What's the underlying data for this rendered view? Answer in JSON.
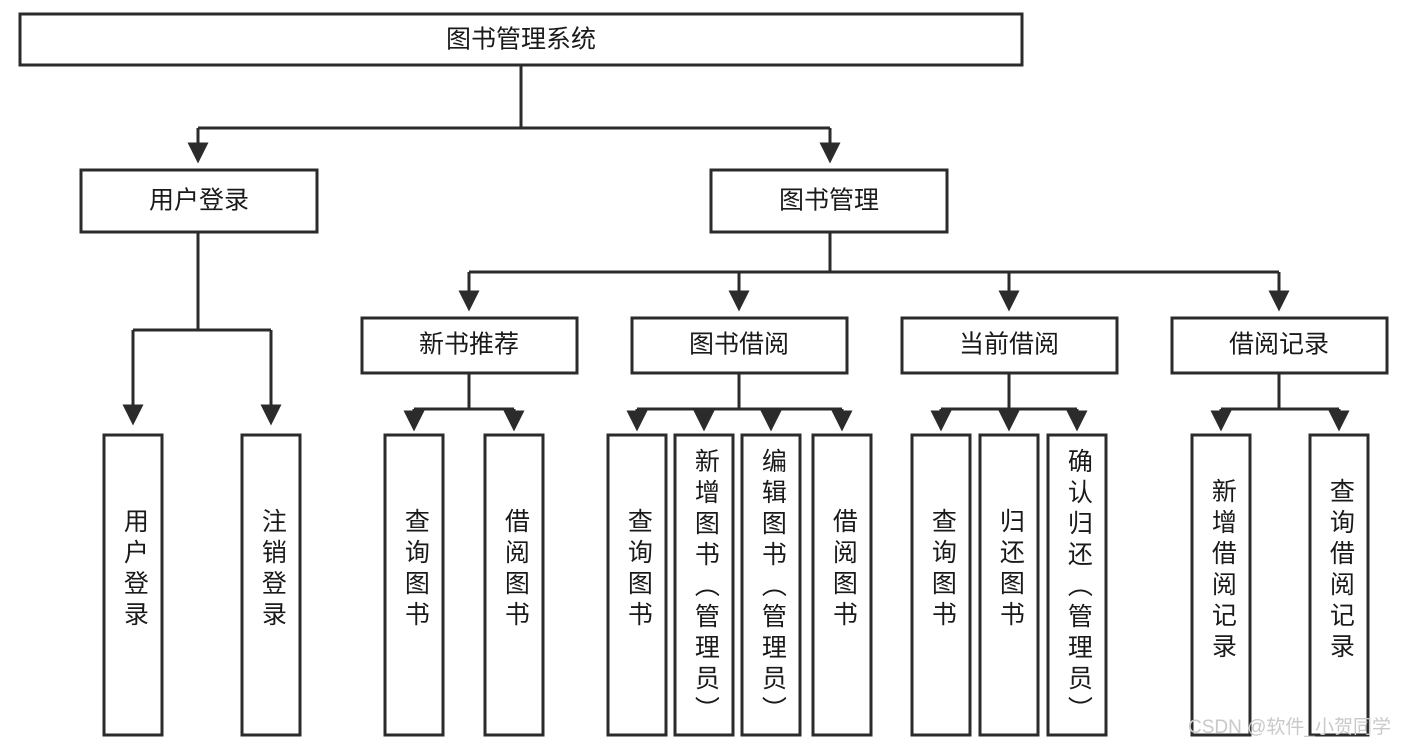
{
  "diagram": {
    "title": "图书管理系统",
    "watermark": "CSDN @软件_小贺同学",
    "colors": {
      "stroke": "#2b2b2b",
      "fill": "#ffffff",
      "text": "#1a1a1a",
      "watermark": "#c9c9c9",
      "background": "#ffffff"
    },
    "type": "tree",
    "levels": 4,
    "nodes": {
      "root": {
        "label": "图书管理系统",
        "level": 1,
        "orientation": "horizontal"
      },
      "user_login": {
        "label": "用户登录",
        "level": 2,
        "orientation": "horizontal"
      },
      "book_manage": {
        "label": "图书管理",
        "level": 2,
        "orientation": "horizontal"
      },
      "new_book_rec": {
        "label": "新书推荐",
        "level": 3,
        "orientation": "horizontal"
      },
      "book_borrow": {
        "label": "图书借阅",
        "level": 3,
        "orientation": "horizontal"
      },
      "current_borrow": {
        "label": "当前借阅",
        "level": 3,
        "orientation": "horizontal"
      },
      "borrow_record": {
        "label": "借阅记录",
        "level": 3,
        "orientation": "horizontal"
      },
      "leaf_user_login": {
        "label": "用户登录",
        "level": 3,
        "orientation": "vertical"
      },
      "leaf_logout": {
        "label": "注销登录",
        "level": 3,
        "orientation": "vertical"
      },
      "leaf_rec_query": {
        "label": "查询图书",
        "level": 4,
        "orientation": "vertical"
      },
      "leaf_rec_borrow": {
        "label": "借阅图书",
        "level": 4,
        "orientation": "vertical"
      },
      "leaf_bb_query": {
        "label": "查询图书",
        "level": 4,
        "orientation": "vertical"
      },
      "leaf_bb_add": {
        "label": "新增图书（管理员）",
        "level": 4,
        "orientation": "vertical"
      },
      "leaf_bb_edit": {
        "label": "编辑图书（管理员）",
        "level": 4,
        "orientation": "vertical"
      },
      "leaf_bb_borrow": {
        "label": "借阅图书",
        "level": 4,
        "orientation": "vertical"
      },
      "leaf_cb_query": {
        "label": "查询图书",
        "level": 4,
        "orientation": "vertical"
      },
      "leaf_cb_return": {
        "label": "归还图书",
        "level": 4,
        "orientation": "vertical"
      },
      "leaf_cb_confirm": {
        "label": "确认归还（管理员）",
        "level": 4,
        "orientation": "vertical"
      },
      "leaf_br_add": {
        "label": "新增借阅记录",
        "level": 4,
        "orientation": "vertical"
      },
      "leaf_br_query": {
        "label": "查询借阅记录",
        "level": 4,
        "orientation": "vertical"
      }
    },
    "edges": [
      {
        "from": "root",
        "to": "user_login"
      },
      {
        "from": "root",
        "to": "book_manage"
      },
      {
        "from": "user_login",
        "to": "leaf_user_login"
      },
      {
        "from": "user_login",
        "to": "leaf_logout"
      },
      {
        "from": "book_manage",
        "to": "new_book_rec"
      },
      {
        "from": "book_manage",
        "to": "book_borrow"
      },
      {
        "from": "book_manage",
        "to": "current_borrow"
      },
      {
        "from": "book_manage",
        "to": "borrow_record"
      },
      {
        "from": "new_book_rec",
        "to": "leaf_rec_query"
      },
      {
        "from": "new_book_rec",
        "to": "leaf_rec_borrow"
      },
      {
        "from": "book_borrow",
        "to": "leaf_bb_query"
      },
      {
        "from": "book_borrow",
        "to": "leaf_bb_add"
      },
      {
        "from": "book_borrow",
        "to": "leaf_bb_edit"
      },
      {
        "from": "book_borrow",
        "to": "leaf_bb_borrow"
      },
      {
        "from": "current_borrow",
        "to": "leaf_cb_query"
      },
      {
        "from": "current_borrow",
        "to": "leaf_cb_return"
      },
      {
        "from": "current_borrow",
        "to": "leaf_cb_confirm"
      },
      {
        "from": "borrow_record",
        "to": "leaf_br_add"
      },
      {
        "from": "borrow_record",
        "to": "leaf_br_query"
      }
    ]
  }
}
